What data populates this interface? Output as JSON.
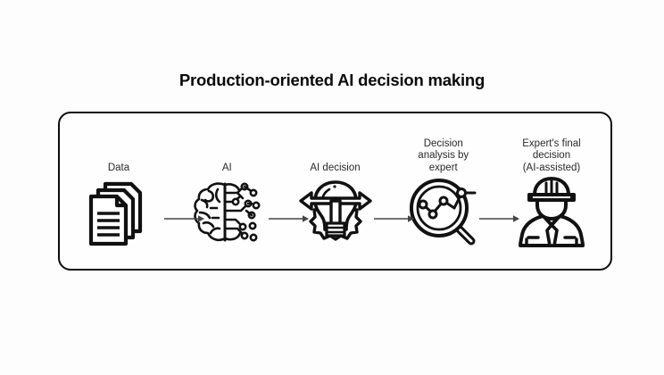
{
  "slide": {
    "title": "Production-oriented AI decision making",
    "background_color": "#fdfdfd",
    "box_border_color": "#0d0d0d",
    "icon_color": "#111111",
    "arrow_color": "#444444",
    "label_color": "#2a2a2a"
  },
  "flow": {
    "stages": [
      {
        "id": "data",
        "label": "Data",
        "icon": "documents-stack-icon"
      },
      {
        "id": "ai",
        "label": "AI",
        "icon": "brain-circuit-icon"
      },
      {
        "id": "ai-decision",
        "label": "AI decision",
        "icon": "lightbulb-gear-arrows-icon"
      },
      {
        "id": "decision-analysis",
        "label": "Decision\nanalysis by\nexpert",
        "icon": "magnifier-chart-icon"
      },
      {
        "id": "expert-final-decision",
        "label": "Expert's final\ndecision\n(AI-assisted)",
        "icon": "expert-hardhat-person-icon"
      }
    ],
    "arrows": [
      {
        "id": "arrow-data-to-ai",
        "from": "data",
        "to": "ai",
        "direction": "right"
      },
      {
        "id": "arrow-ai-to-ai-decision",
        "from": "ai",
        "to": "ai-decision",
        "direction": "right"
      },
      {
        "id": "arrow-ai-decision-to-analysis",
        "from": "ai-decision",
        "to": "decision-analysis",
        "direction": "right"
      },
      {
        "id": "arrow-analysis-to-expert",
        "from": "decision-analysis",
        "to": "expert-final-decision",
        "direction": "right"
      }
    ]
  }
}
